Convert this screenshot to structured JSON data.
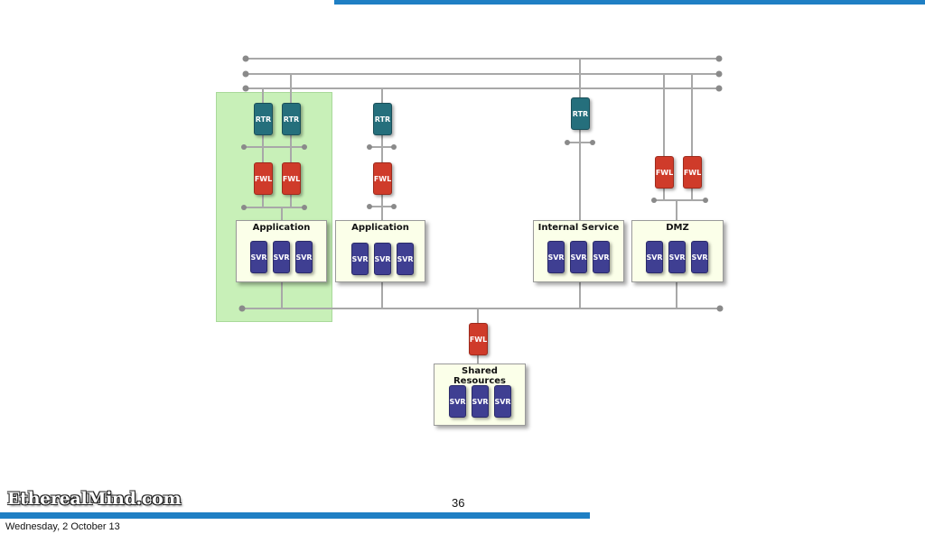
{
  "footer": {
    "logo_text": "EtherealMind.com",
    "page_number": "36",
    "date": "Wednesday, 2 October 13"
  },
  "diagram": {
    "router_label": "RTR",
    "firewall_label": "FWL",
    "server_label": "SVR",
    "groups": [
      {
        "title": "Application"
      },
      {
        "title": "Application"
      },
      {
        "title": "Internal Service"
      },
      {
        "title": "DMZ"
      },
      {
        "title": "Shared Resources"
      }
    ]
  },
  "colors": {
    "router": "#256f7c",
    "firewall": "#cf3b2a",
    "server": "#3f3f92",
    "highlight": "#c8f0b8",
    "accent_bar": "#1f7fc4"
  }
}
